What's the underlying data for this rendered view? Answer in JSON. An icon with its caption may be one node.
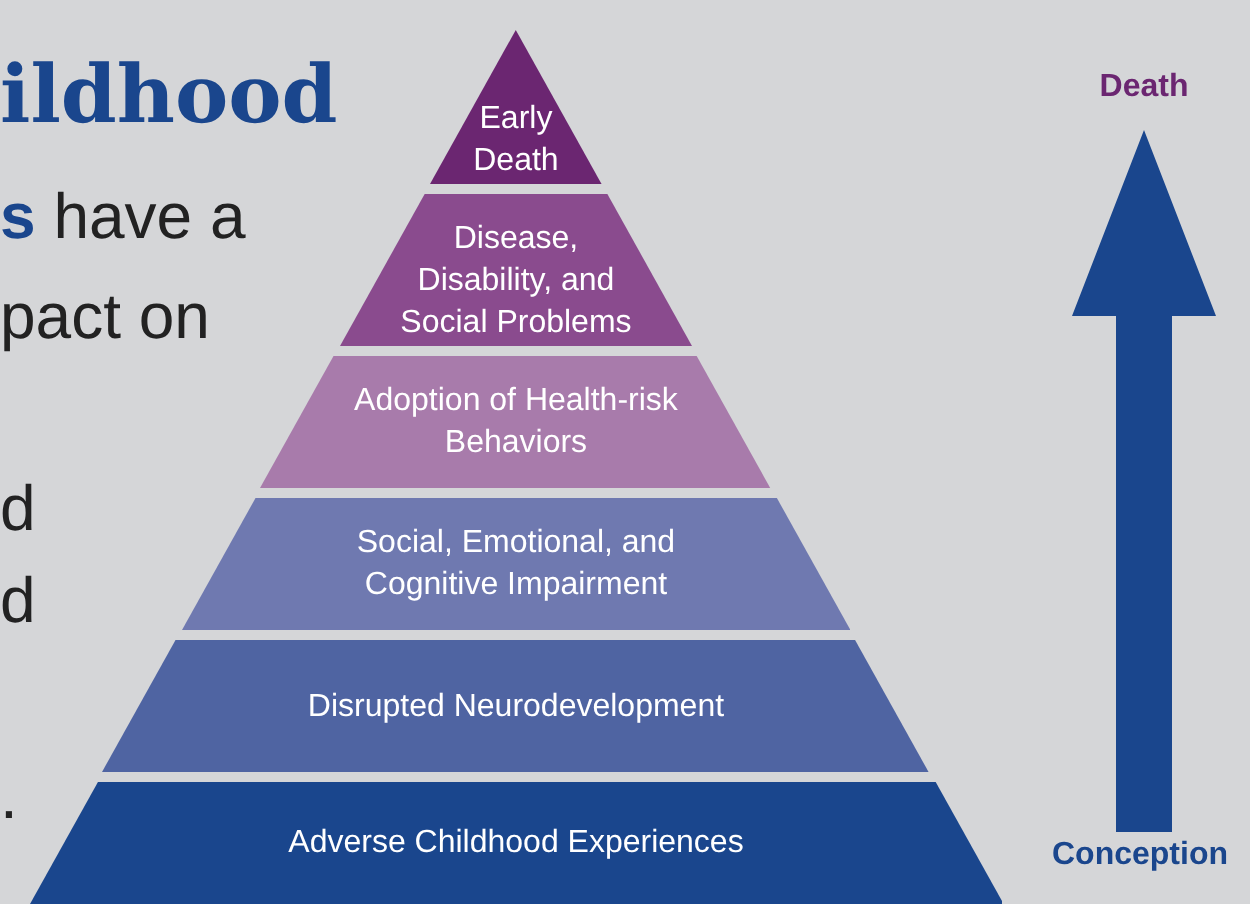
{
  "diagram": {
    "nodes": [
      {
        "text": [
          "Early Death"
        ]
      },
      {
        "text": [
          "Disease, Disability, and Social Problems"
        ]
      },
      {
        "text": [
          "Adoption of Health-risk Behaviors"
        ]
      },
      {
        "text": [
          "Social, Emotional, and Cognitive Impairment"
        ]
      },
      {
        "text": [
          "Disrupted Neurodevelopment"
        ]
      },
      {
        "text": [
          "Adverse Childhood Experiences"
        ]
      },
      {
        "text": [
          "Death"
        ]
      },
      {
        "text": [
          "Conception"
        ]
      }
    ],
    "edges": [
      {
        "from": 7,
        "to": 6,
        "arrow": "to",
        "style": "thick"
      }
    ],
    "labels": [
      "ildhood",
      "**s** have a",
      "pact on",
      "d",
      "d",
      "."
    ]
  }
}
